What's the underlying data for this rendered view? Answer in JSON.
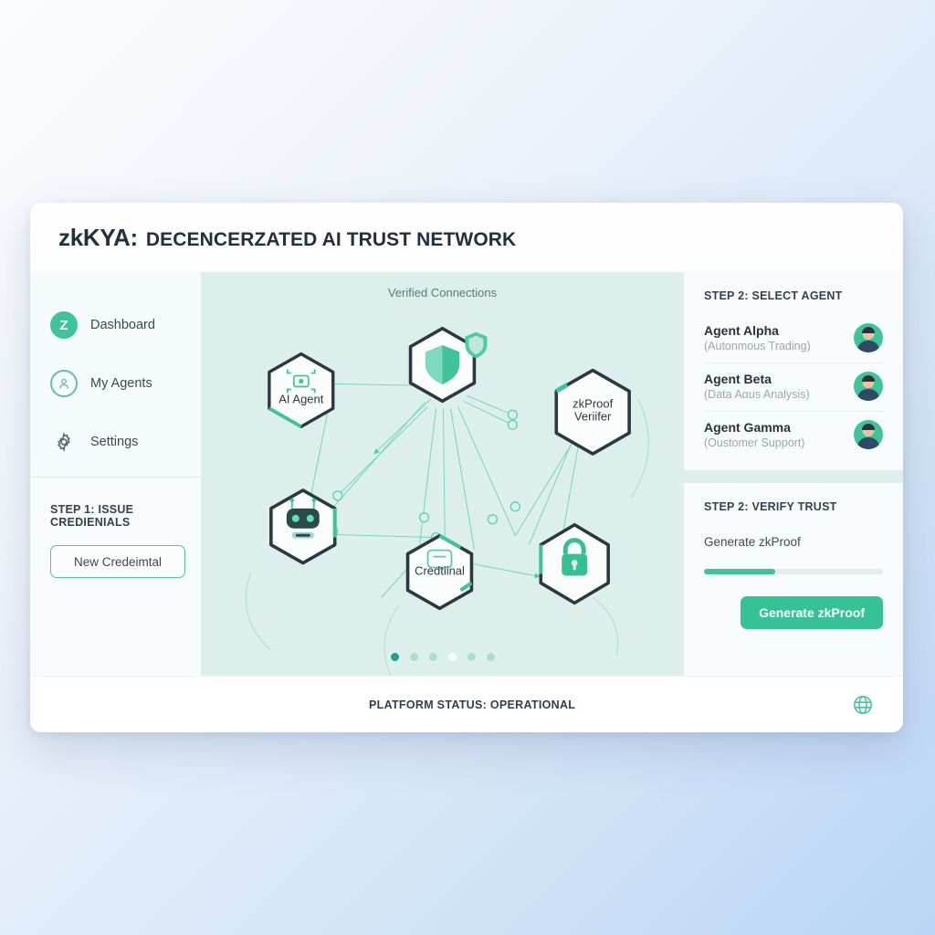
{
  "header": {
    "brand": "zkKYA:",
    "title": "DECENCERZATED AI TRUST NETWORK"
  },
  "sidebar": {
    "items": [
      {
        "label": "Dashboard",
        "icon": "z-logo-icon",
        "glyph": "Z"
      },
      {
        "label": "My Agents",
        "icon": "user-circle-icon",
        "glyph": ""
      },
      {
        "label": "Settings",
        "icon": "gear-icon",
        "glyph": ""
      }
    ],
    "step1": {
      "kicker": "STEP 1: ISSUE CREDIENIALS",
      "button_label": "New Credeimtal"
    }
  },
  "canvas": {
    "title": "Verified Connections",
    "nodes": [
      {
        "id": "ai-agent",
        "label": "AI Agent",
        "icon": "chip-scan-icon"
      },
      {
        "id": "shield-hub",
        "label": "",
        "icon": "shield-icon"
      },
      {
        "id": "zkproof",
        "label": "zkProof\nVeriifer",
        "icon": "none"
      },
      {
        "id": "robot",
        "label": "",
        "icon": "robot-icon"
      },
      {
        "id": "credential",
        "label": "Credtiinal",
        "icon": "credential-card-icon"
      },
      {
        "id": "lock",
        "label": "",
        "icon": "lock-icon"
      }
    ],
    "node_labels": {
      "ai_agent": "AI Agent",
      "zkproof_line1": "zkProof",
      "zkproof_line2": "Veriifer",
      "credential": "Credtiinal"
    },
    "pager": {
      "count": 6,
      "active_index": 0,
      "light_index": 3
    }
  },
  "right_rail": {
    "agents_panel": {
      "kicker": "STEP 2: SELECT AGENT",
      "agents": [
        {
          "name": "Agent Alpha",
          "role": "(Autonmous Trading)"
        },
        {
          "name": "Agent Beta",
          "role": "(Data Aαus Analysis)"
        },
        {
          "name": "Agent Gamma",
          "role": "(Oustomer Support)"
        }
      ]
    },
    "verify_panel": {
      "kicker": "STEP 2: VERIFY TRUST",
      "generate_label": "Generate zkProof",
      "progress_percent": 40,
      "button_label": "Generate zkProof"
    }
  },
  "footer": {
    "status": "PLATFORM STATUS: OPERATIONAL",
    "globe_icon": "globe-icon"
  },
  "colors": {
    "accent_green": "#35c295",
    "accent_teal": "#3fc49a",
    "dark_navy": "#2b3744",
    "canvas_bg": "#ddefeb",
    "panel_bg": "#f8fbfc"
  }
}
